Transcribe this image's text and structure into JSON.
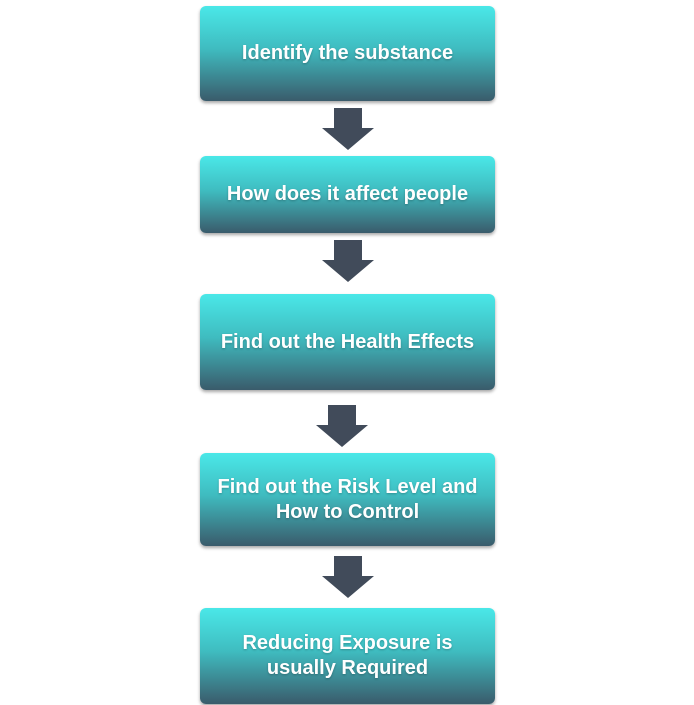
{
  "flowchart": {
    "steps": [
      {
        "label": "Identify the substance"
      },
      {
        "label": "How does it affect people"
      },
      {
        "label": "Find out the Health Effects"
      },
      {
        "label": "Find out the Risk Level and How to Control"
      },
      {
        "label": "Reducing Exposure is usually Required"
      }
    ],
    "colors": {
      "box_top": "#4ae8e8",
      "box_bottom": "#3a5b6b",
      "arrow": "#414b5a",
      "text": "#ffffff"
    }
  }
}
